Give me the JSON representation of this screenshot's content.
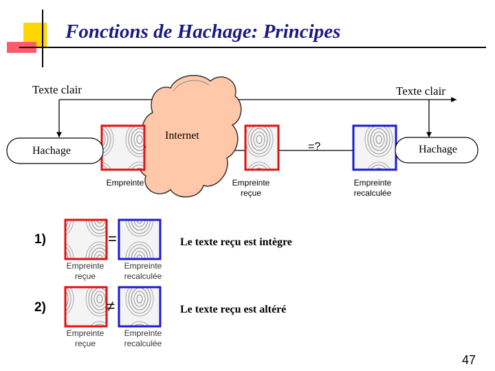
{
  "slide": {
    "title": "Fonctions de Hachage: Principes",
    "page_number": "47"
  },
  "diagram": {
    "texte_clair_left": "Texte clair",
    "texte_clair_right": "Texte clair",
    "internet": "Internet",
    "hachage_left": "Hachage",
    "hachage_right": "Hachage",
    "compare": "=?",
    "empreinte": "Empreinte",
    "empreinte_recue": "Empreinte reçue",
    "empreinte_recalculee": "Empreinte recalculée"
  },
  "cases": [
    {
      "step": "1)",
      "operator": "=",
      "left_label": "Empreinte reçue",
      "right_label": "Empreinte recalculée",
      "statement": "Le texte reçu est intègre"
    },
    {
      "step": "2)",
      "operator": "≠",
      "left_label": "Empreinte reçue",
      "right_label": "Empreinte recalculée",
      "statement": "Le texte reçu est altéré"
    }
  ],
  "colors": {
    "title": "#1a1a80",
    "received_frame": "#e01010",
    "recomputed_frame": "#1a1ad0",
    "cloud": "#ffc8a8",
    "accent_yellow": "#ffd700",
    "accent_pink": "#ff5a6e"
  }
}
